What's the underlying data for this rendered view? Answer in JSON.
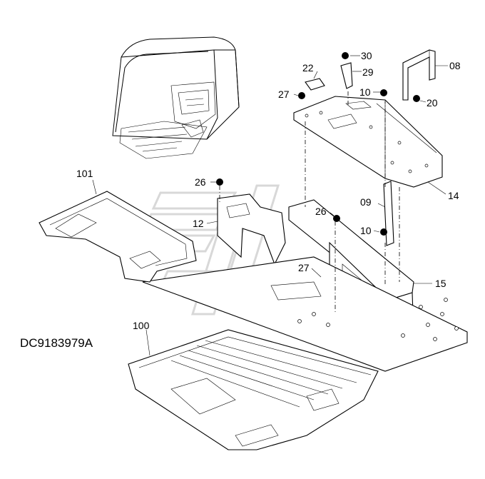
{
  "drawing_id": "DC9183979A",
  "callouts": {
    "p30": "30",
    "p22": "22",
    "p29": "29",
    "p08": "08",
    "p27a": "27",
    "p10a": "10",
    "p20": "20",
    "p14": "14",
    "p101": "101",
    "p26a": "26",
    "p12": "12",
    "p09": "09",
    "p26b": "26",
    "p10b": "10",
    "p27b": "27",
    "p15": "15",
    "p100": "100"
  }
}
